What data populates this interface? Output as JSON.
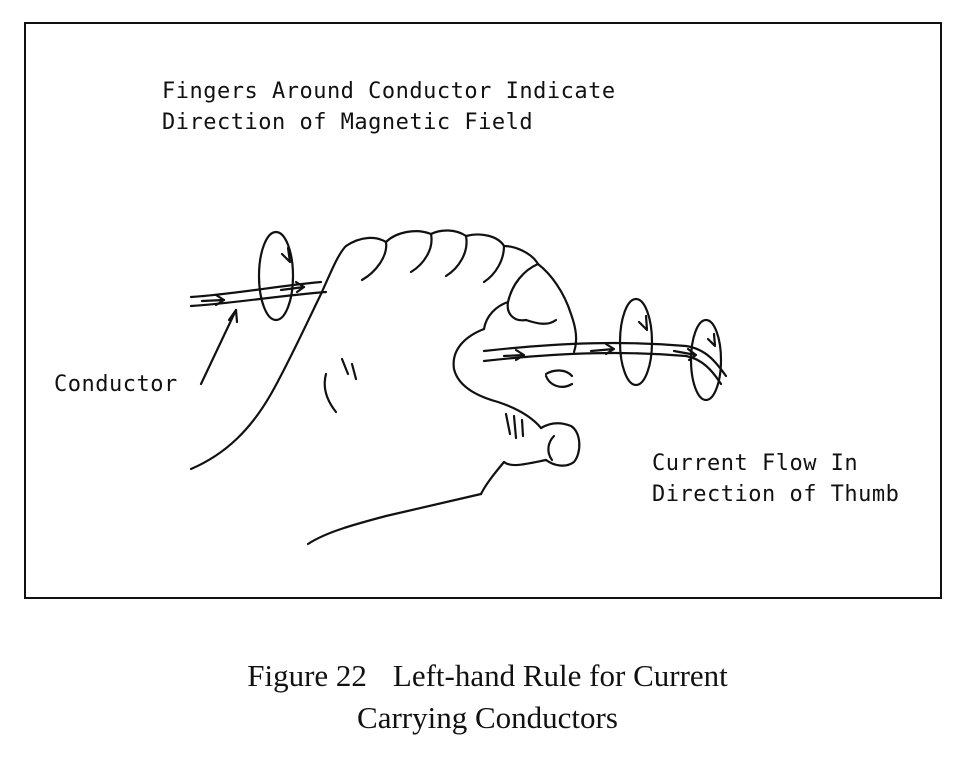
{
  "diagram": {
    "label_fingers": [
      "Fingers Around Conductor Indicate",
      "Direction of Magnetic Field"
    ],
    "label_conductor": "Conductor",
    "label_current": [
      "Current Flow In",
      "Direction of Thumb"
    ]
  },
  "caption": {
    "figure_number": "Figure 22",
    "title_line1": "Left-hand Rule for Current",
    "title_line2": "Carrying Conductors"
  }
}
